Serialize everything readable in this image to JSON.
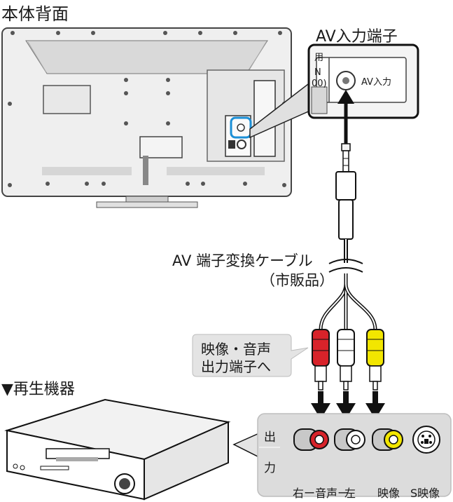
{
  "title": "本体背面",
  "av_terminal": {
    "title": "AV入力端子",
    "jack_label": "AV入力",
    "fragment_top": "用",
    "fragment_n": "N",
    "fragment_00": "00)"
  },
  "cable": {
    "label": "AV 端子変換ケーブル",
    "sub": "（市販品）"
  },
  "callout": {
    "line1": "映像・音声",
    "line2": "出力端子へ"
  },
  "player": {
    "title": "▼再生機器"
  },
  "output_panel": {
    "channel_char1": "出",
    "channel_char2": "力",
    "label_right": "右ー音声ー",
    "label_left": "左",
    "label_video": "映像",
    "label_svideo": "S映像"
  },
  "colors": {
    "red": "#d8232a",
    "white": "#ffffff",
    "yellow": "#f2e600",
    "panel_gray": "#dcdcdc",
    "tv_gray": "#efefef",
    "blue_highlight": "#1b8fd6"
  }
}
